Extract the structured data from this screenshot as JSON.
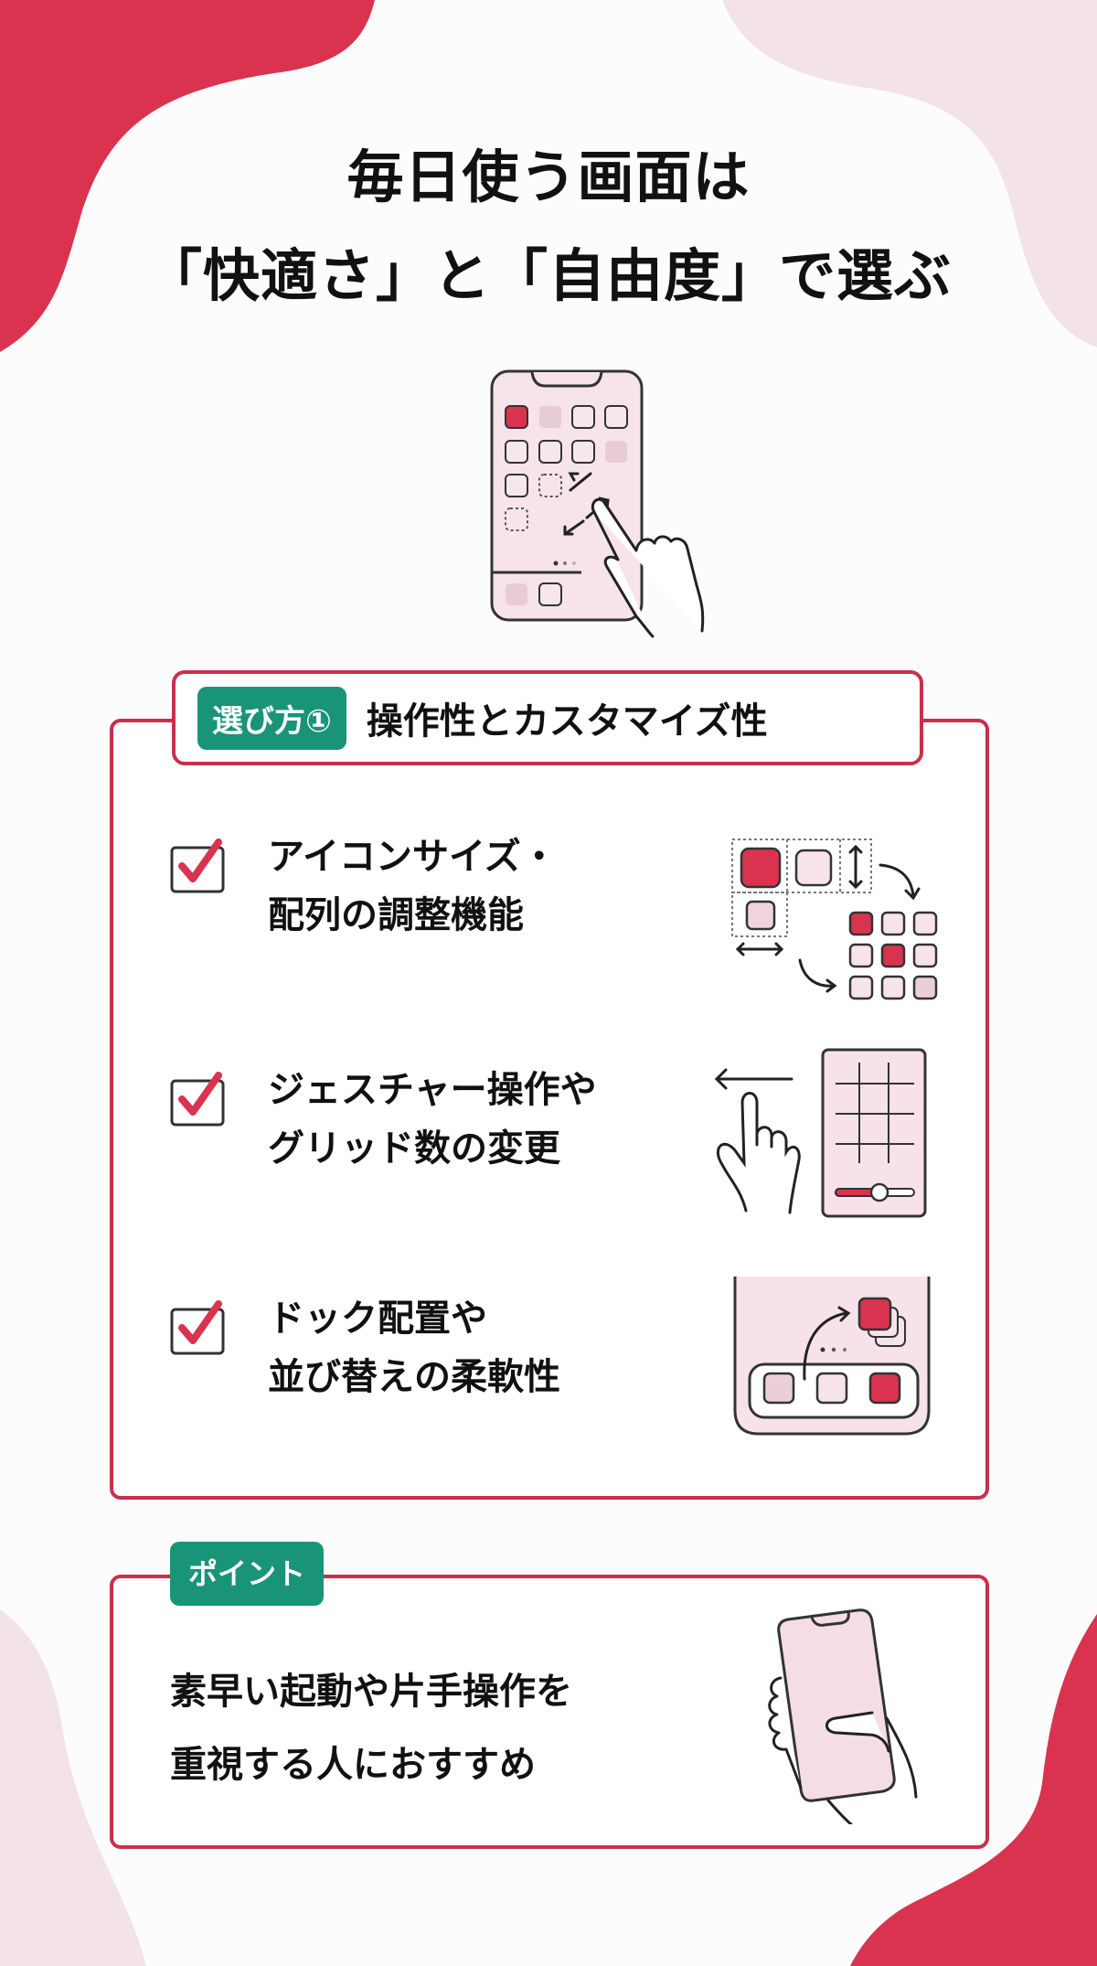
{
  "colors": {
    "accent_red": "#d9334f",
    "soft_pink": "#f3e3e9",
    "teal": "#1a9479",
    "border_red": "#c8304e",
    "text": "#111111"
  },
  "title": {
    "line1": "毎日使う画面は",
    "line2": "「快適さ」と「自由度」で選ぶ"
  },
  "hero_illustration": {
    "icon": "phone-with-hand-pinch-icon"
  },
  "section1": {
    "badge": "選び方①",
    "heading": "操作性とカスタマイズ性",
    "items": [
      {
        "line1": "アイコンサイズ・",
        "line2": "配列の調整機能",
        "checked": true,
        "illustration": "icon-resize-grid-icon"
      },
      {
        "line1": "ジェスチャー操作や",
        "line2": "グリッド数の変更",
        "checked": true,
        "illustration": "swipe-grid-slider-icon"
      },
      {
        "line1": "ドック配置や",
        "line2": "並び替えの柔軟性",
        "checked": true,
        "illustration": "dock-rearrange-icon"
      }
    ]
  },
  "point": {
    "badge": "ポイント",
    "line1": "素早い起動や片手操作を",
    "line2": "重視する人におすすめ",
    "illustration": "one-hand-phone-icon"
  }
}
